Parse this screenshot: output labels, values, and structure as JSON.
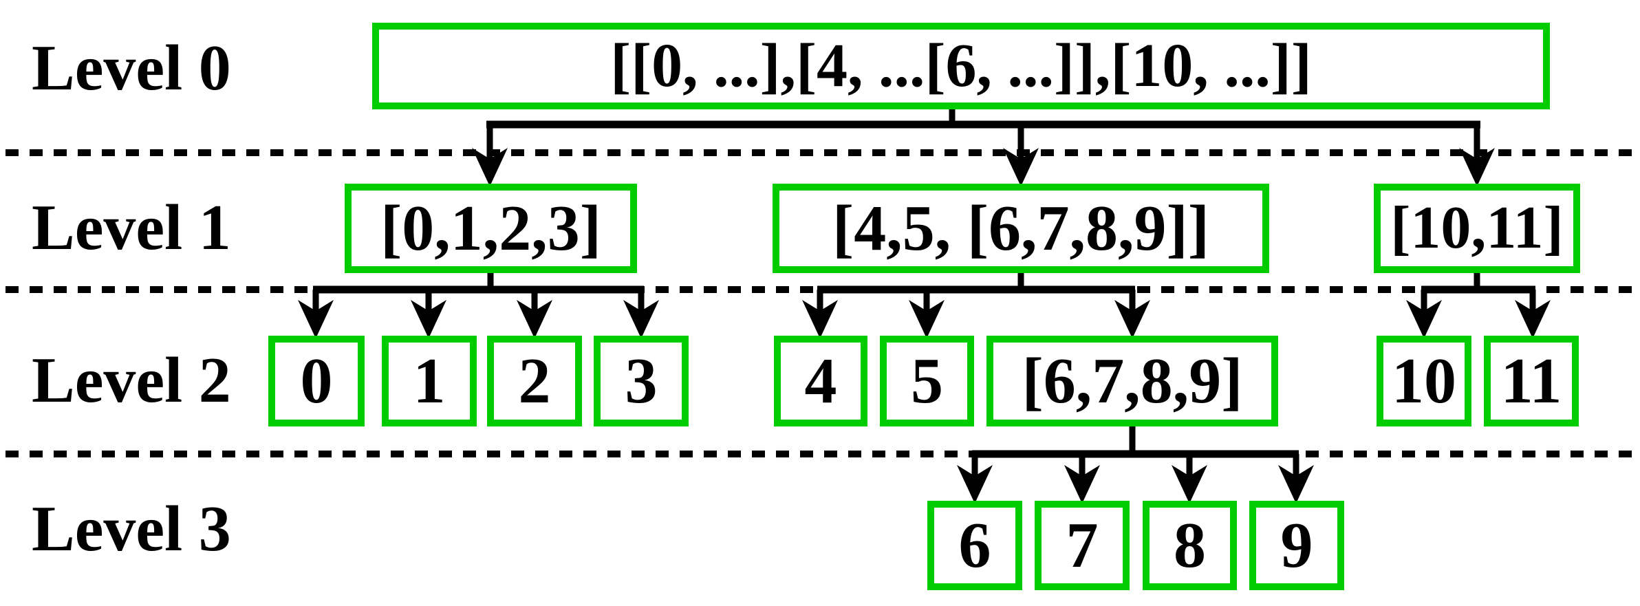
{
  "figure": {
    "background": "#FFFFFF",
    "colors": {
      "box_border": "#00CC00",
      "line": "#000000",
      "text": "#000000"
    },
    "row_labels": [
      {
        "text": "Level 0"
      },
      {
        "text": "Level 1"
      },
      {
        "text": "Level 2"
      },
      {
        "text": "Level 3"
      }
    ],
    "nodes": {
      "root": {
        "label": "[[0, ...],[4, ...[6, ...]],[10, ...]]",
        "level": 0
      },
      "l1_0123": {
        "label": "[0,1,2,3]",
        "level": 1
      },
      "l1_45_6789": {
        "label": "[4,5, [6,7,8,9]]",
        "level": 1
      },
      "l1_1011": {
        "label": "[10,11]",
        "level": 1
      },
      "l2_0": {
        "label": "0",
        "level": 2
      },
      "l2_1": {
        "label": "1",
        "level": 2
      },
      "l2_2": {
        "label": "2",
        "level": 2
      },
      "l2_3": {
        "label": "3",
        "level": 2
      },
      "l2_4": {
        "label": "4",
        "level": 2
      },
      "l2_5": {
        "label": "5",
        "level": 2
      },
      "l2_6789": {
        "label": "[6,7,8,9]",
        "level": 2
      },
      "l2_10": {
        "label": "10",
        "level": 2
      },
      "l2_11": {
        "label": "11",
        "level": 2
      },
      "l3_6": {
        "label": "6",
        "level": 3
      },
      "l3_7": {
        "label": "7",
        "level": 3
      },
      "l3_8": {
        "label": "8",
        "level": 3
      },
      "l3_9": {
        "label": "9",
        "level": 3
      }
    },
    "edges": [
      {
        "from": "root",
        "to": "l1_0123"
      },
      {
        "from": "root",
        "to": "l1_45_6789"
      },
      {
        "from": "root",
        "to": "l1_1011"
      },
      {
        "from": "l1_0123",
        "to": "l2_0"
      },
      {
        "from": "l1_0123",
        "to": "l2_1"
      },
      {
        "from": "l1_0123",
        "to": "l2_2"
      },
      {
        "from": "l1_0123",
        "to": "l2_3"
      },
      {
        "from": "l1_45_6789",
        "to": "l2_4"
      },
      {
        "from": "l1_45_6789",
        "to": "l2_5"
      },
      {
        "from": "l1_45_6789",
        "to": "l2_6789"
      },
      {
        "from": "l1_1011",
        "to": "l2_10"
      },
      {
        "from": "l1_1011",
        "to": "l2_11"
      },
      {
        "from": "l2_6789",
        "to": "l3_6"
      },
      {
        "from": "l2_6789",
        "to": "l3_7"
      },
      {
        "from": "l2_6789",
        "to": "l3_8"
      },
      {
        "from": "l2_6789",
        "to": "l3_9"
      }
    ]
  }
}
